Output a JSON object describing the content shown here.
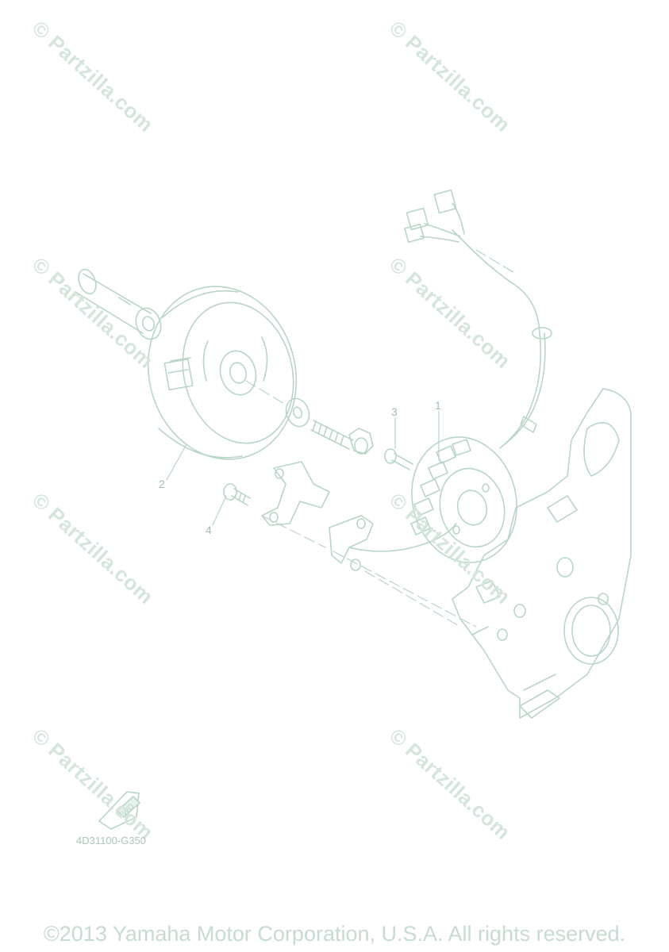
{
  "watermark": "© Partzilla.com",
  "callouts": [
    "1",
    "2",
    "3",
    "4"
  ],
  "fwd_label": "FWD",
  "diagram_code": "4D31100-G350",
  "copyright": "©2013 Yamaha Motor Corporation, U.S.A. All rights reserved.",
  "colors": {
    "line": "#b8d6c6",
    "watermark": "#d4e6dc",
    "text": "#9fbfae"
  }
}
